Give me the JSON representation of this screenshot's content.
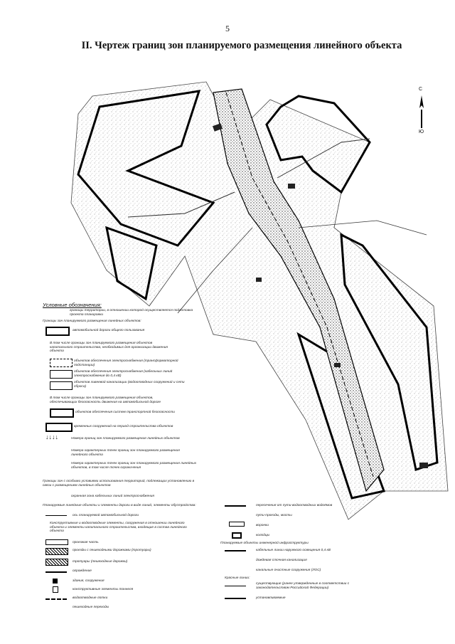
{
  "page": {
    "number": "5",
    "title": "II. Чертеж границ зон планируемого размещения линейного объекта"
  },
  "compass": {
    "north": "С",
    "south": "Ю"
  },
  "legend": {
    "title": "Условные обозначения:",
    "items": [
      "границы территории, в отношении которой осуществляется подготовка проекта планировки",
      "Границы зон планируемого размещения линейных объектов:",
      "автомобильной дороги общего пользования",
      "В том числе границы зон планируемого размещения объектов капитального строительства, необходимых для организации движения объекта",
      "объектов обеспечения электроснабжения (трансформаторной подстанции)",
      "объектов обеспечения электроснабжения (кабельных линий электроснабжения до 0,4 кВ)",
      "объектов ливневой канализации (водоотводных сооружений и сети сброса)",
      "В том числе границы зон планируемого размещения объектов, обеспечивающих безопасность движения на автомобильной дороге",
      "объектов обеспечения систем транспортной безопасности",
      "временных сооружений на период строительства объектов",
      "Номера границ зон планируемого размещения линейных объектов",
      "Номера характерных точек границ зон планируемого размещения линейного объекта",
      "Номера характерных точек границ зон планируемого размещения линейных объектов, в том числе точек ограничения",
      "Границы зон с особыми условиями использования территорий, подлежащих установлению в связи с размещением линейных объектов",
      "охранная зона кабельных линий электроснабжения",
      "Планируемые линейные объекты и элементы дороги в виде линий, элементы обустройства:",
      "ось планируемой автомобильной дороги",
      "Конструктивные и водоотводные элементы, сооружения в отношении линейного объекта и элементы капитального строительства, входящие в состав линейного объекта",
      "проезжая часть",
      "проезды с пешеходными дорожками (тротуары)",
      "тротуары (пешеходные дорожки)",
      "ограждение",
      "здания, сооружения",
      "конструктивные элементы тоннеля",
      "водоотводные лотки",
      "пешеходные переходы",
      "пересечения от пути-водоотводных водоёмов",
      "пути-проезды, мосты",
      "воронки",
      "колодцы",
      "Планируемые объекты инженерной инфраструктуры",
      "кабельные линии наружного освещения 0,4 кВ",
      "дождевая сточная канализация",
      "канальные очистные сооружения (ЛОС)",
      "Красные линии:",
      "существующие (ранее утвержденные в соответствии с законодательством Российской Федерации)",
      "устанавливаемые"
    ]
  }
}
